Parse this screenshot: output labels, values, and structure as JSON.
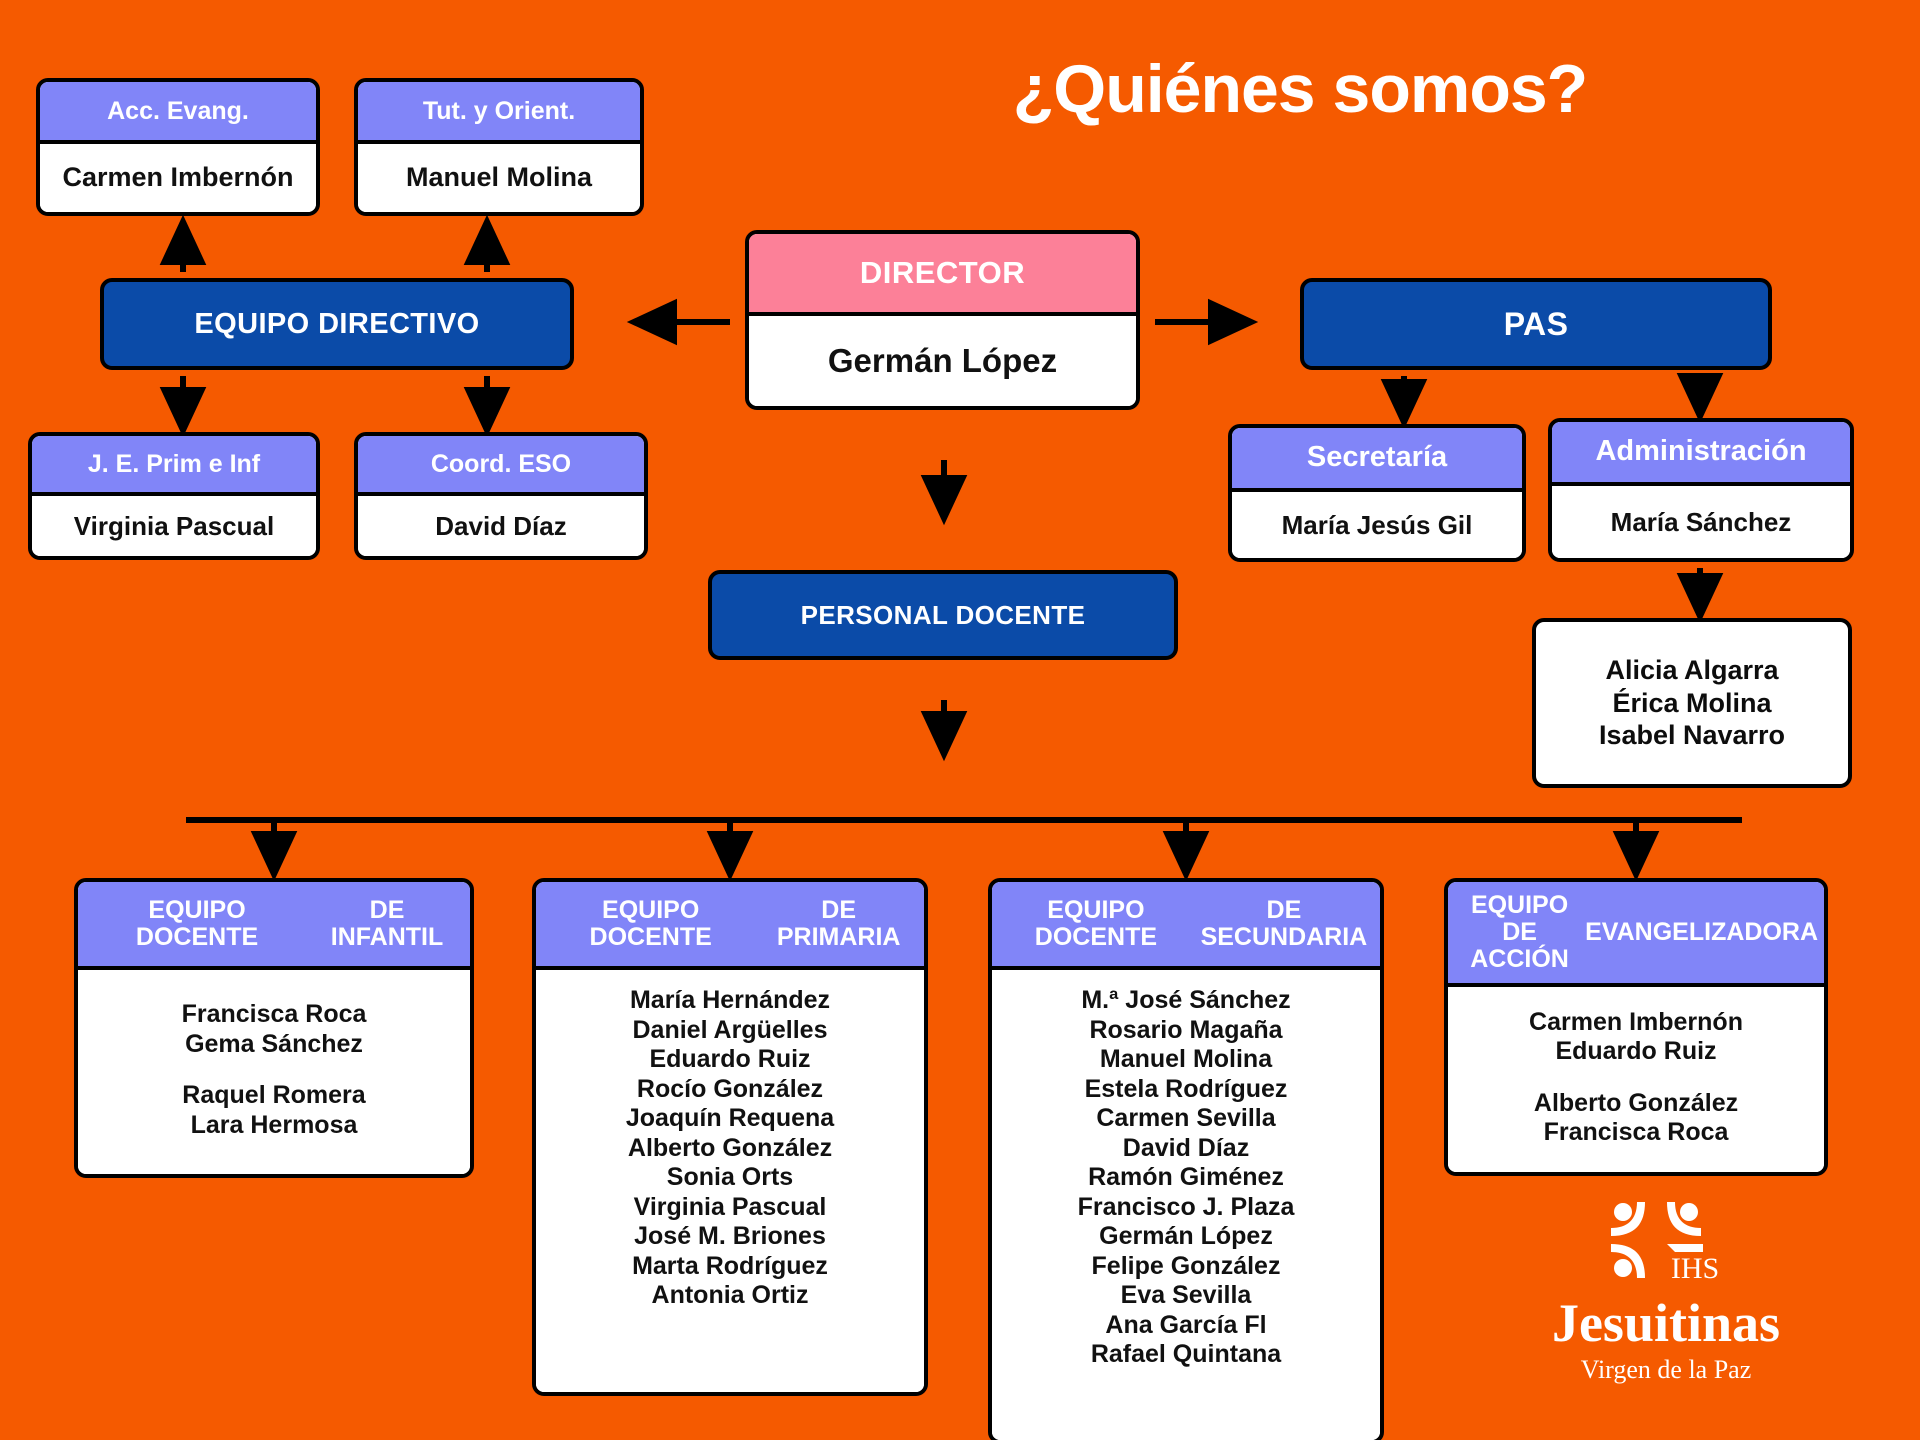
{
  "title": "¿Quiénes somos?",
  "colors": {
    "background": "#F55A00",
    "blue": "#0B4BA8",
    "purple": "#8185F8",
    "pink": "#FC8098",
    "white": "#FFFFFF",
    "outline": "#000000"
  },
  "nodes": {
    "acc_evang": {
      "header": "Acc. Evang.",
      "name": "Carmen Imbernón"
    },
    "tut_orient": {
      "header": "Tut. y Orient.",
      "name": "Manuel Molina"
    },
    "equipo_directivo": {
      "label": "EQUIPO DIRECTIVO"
    },
    "je_prim_inf": {
      "header": "J. E. Prim e Inf",
      "name": "Virginia Pascual"
    },
    "coord_eso": {
      "header": "Coord. ESO",
      "name": "David Díaz"
    },
    "director": {
      "header": "DIRECTOR",
      "name": "Germán López"
    },
    "personal_docente": {
      "label": "PERSONAL DOCENTE"
    },
    "pas": {
      "label": "PAS"
    },
    "secretaria": {
      "header": "Secretaría",
      "name": "María Jesús Gil"
    },
    "administracion": {
      "header": "Administración",
      "name": "María Sánchez"
    },
    "admin_names": {
      "names": [
        "Alicia Algarra",
        "Érica Molina",
        "Isabel Navarro"
      ]
    }
  },
  "teams": [
    {
      "header_line1": "EQUIPO DOCENTE",
      "header_line2": "DE INFANTIL",
      "groups": [
        [
          "Francisca Roca",
          "Gema Sánchez"
        ],
        [
          "Raquel Romera",
          "Lara Hermosa"
        ]
      ]
    },
    {
      "header_line1": "EQUIPO DOCENTE",
      "header_line2": "DE PRIMARIA",
      "groups": [
        [
          "María Hernández",
          "Daniel Argüelles",
          "Eduardo Ruiz",
          "Rocío González",
          "Joaquín Requena",
          "Alberto González",
          "Sonia Orts",
          "Virginia Pascual",
          "José M. Briones",
          "Marta Rodríguez",
          "Antonia Ortiz"
        ]
      ]
    },
    {
      "header_line1": "EQUIPO DOCENTE",
      "header_line2": "DE SECUNDARIA",
      "groups": [
        [
          "M.ª José Sánchez",
          "Rosario Magaña",
          "Manuel Molina",
          "Estela Rodríguez",
          "Carmen Sevilla",
          "David Díaz",
          "Ramón Giménez",
          "Francisco J. Plaza",
          "Germán López",
          "Felipe González",
          "Eva Sevilla",
          "Ana García Fl",
          "Rafael Quintana"
        ]
      ]
    },
    {
      "header_line1": "EQUIPO DE ACCIÓN",
      "header_line2": "EVANGELIZADORA",
      "groups": [
        [
          "Carmen Imbernón",
          "Eduardo Ruiz"
        ],
        [
          "Alberto González",
          "Francisca Roca"
        ]
      ]
    }
  ],
  "brand": {
    "monogram": "IHS",
    "wordmark": "Jesuitinas",
    "tagline": "Virgen de la Paz"
  }
}
